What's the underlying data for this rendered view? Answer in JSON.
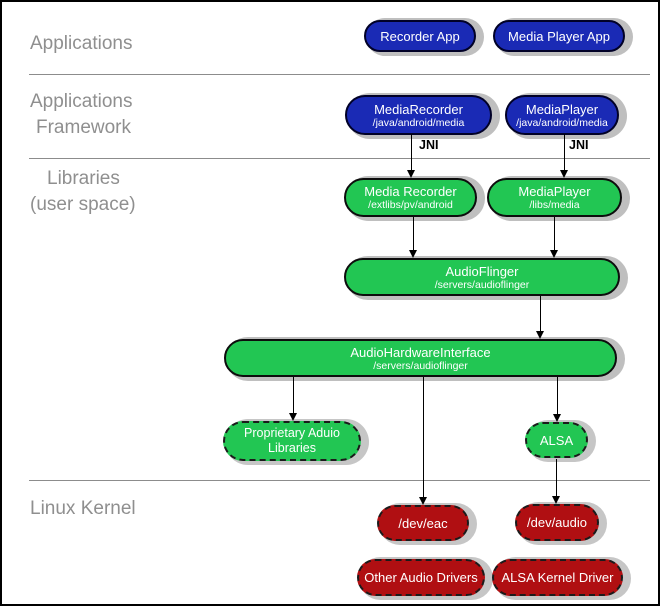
{
  "palette": {
    "blue_node": "#1a2ab5",
    "green_node": "#22c653",
    "red_node": "#b00f12",
    "section_label_gray": "#8f8f8f",
    "node_text_white": "#ffffff",
    "connector_black": "#000000",
    "shadow_gray": "#c0c0c0"
  },
  "section_labels": {
    "applications": {
      "line1": "Applications"
    },
    "applications_framework": {
      "line1": "Applications",
      "line2": "Framework"
    },
    "libraries": {
      "line1": "Libraries",
      "line2": "(user space)"
    },
    "linux_kernel": {
      "line1": "Linux Kernel"
    }
  },
  "connector_labels": {
    "jni_left": "JNI",
    "jni_right": "JNI"
  },
  "nodes": {
    "recorder_app": {
      "title": "Recorder App"
    },
    "media_player_app": {
      "title": "Media Player App"
    },
    "media_recorder_framework": {
      "title": "MediaRecorder",
      "subtitle": "/java/android/media"
    },
    "media_player_framework": {
      "title": "MediaPlayer",
      "subtitle": "/java/android/media"
    },
    "media_recorder_lib": {
      "title": "Media Recorder",
      "subtitle": "/extlibs/pv/android"
    },
    "media_player_lib": {
      "title": "MediaPlayer",
      "subtitle": "/libs/media"
    },
    "audio_flinger": {
      "title": "AudioFlinger",
      "subtitle": "/servers/audioflinger"
    },
    "audio_hardware_interface": {
      "title": "AudioHardwareInterface",
      "subtitle": "/servers/audioflinger"
    },
    "proprietary_audio_libraries": {
      "title": "Proprietary Aduio Libraries"
    },
    "alsa": {
      "title": "ALSA"
    },
    "dev_eac": {
      "title": "/dev/eac"
    },
    "dev_audio": {
      "title": "/dev/audio"
    },
    "other_audio_drivers": {
      "title": "Other Audio Drivers"
    },
    "alsa_kernel_driver": {
      "title": "ALSA Kernel Driver"
    }
  }
}
